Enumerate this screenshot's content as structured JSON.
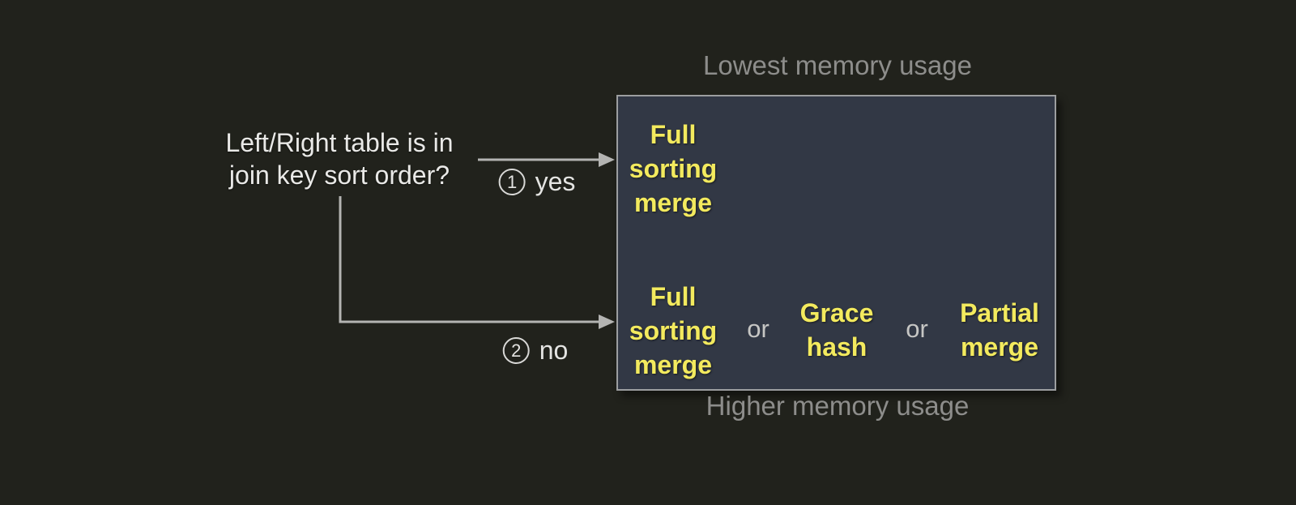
{
  "question": {
    "line1": "Left/Right table is in",
    "line2": "join key sort order?"
  },
  "branch_yes": {
    "number": "1",
    "label": "yes"
  },
  "branch_no": {
    "number": "2",
    "label": "no"
  },
  "memory_scale": {
    "top": "Lowest memory usage",
    "bottom": "Higher memory usage"
  },
  "algorithms": {
    "or_label": "or",
    "sorted_case": {
      "l1": "Full",
      "l2": "sorting",
      "l3": "merge"
    },
    "unsorted_case": [
      {
        "l1": "Full",
        "l2": "sorting",
        "l3": "merge"
      },
      {
        "l1": "Grace",
        "l2": "hash"
      },
      {
        "l1": "Partial",
        "l2": "merge"
      }
    ]
  },
  "colors": {
    "background": "#21221c",
    "box_fill": "#323845",
    "box_border": "#9c9ea0",
    "algorithm_text": "#f3ea5e",
    "question_text": "#e9e9e7",
    "memory_label_text": "#8d8d8b",
    "or_text": "#c6c6c4",
    "connector": "#b4b4b2"
  }
}
